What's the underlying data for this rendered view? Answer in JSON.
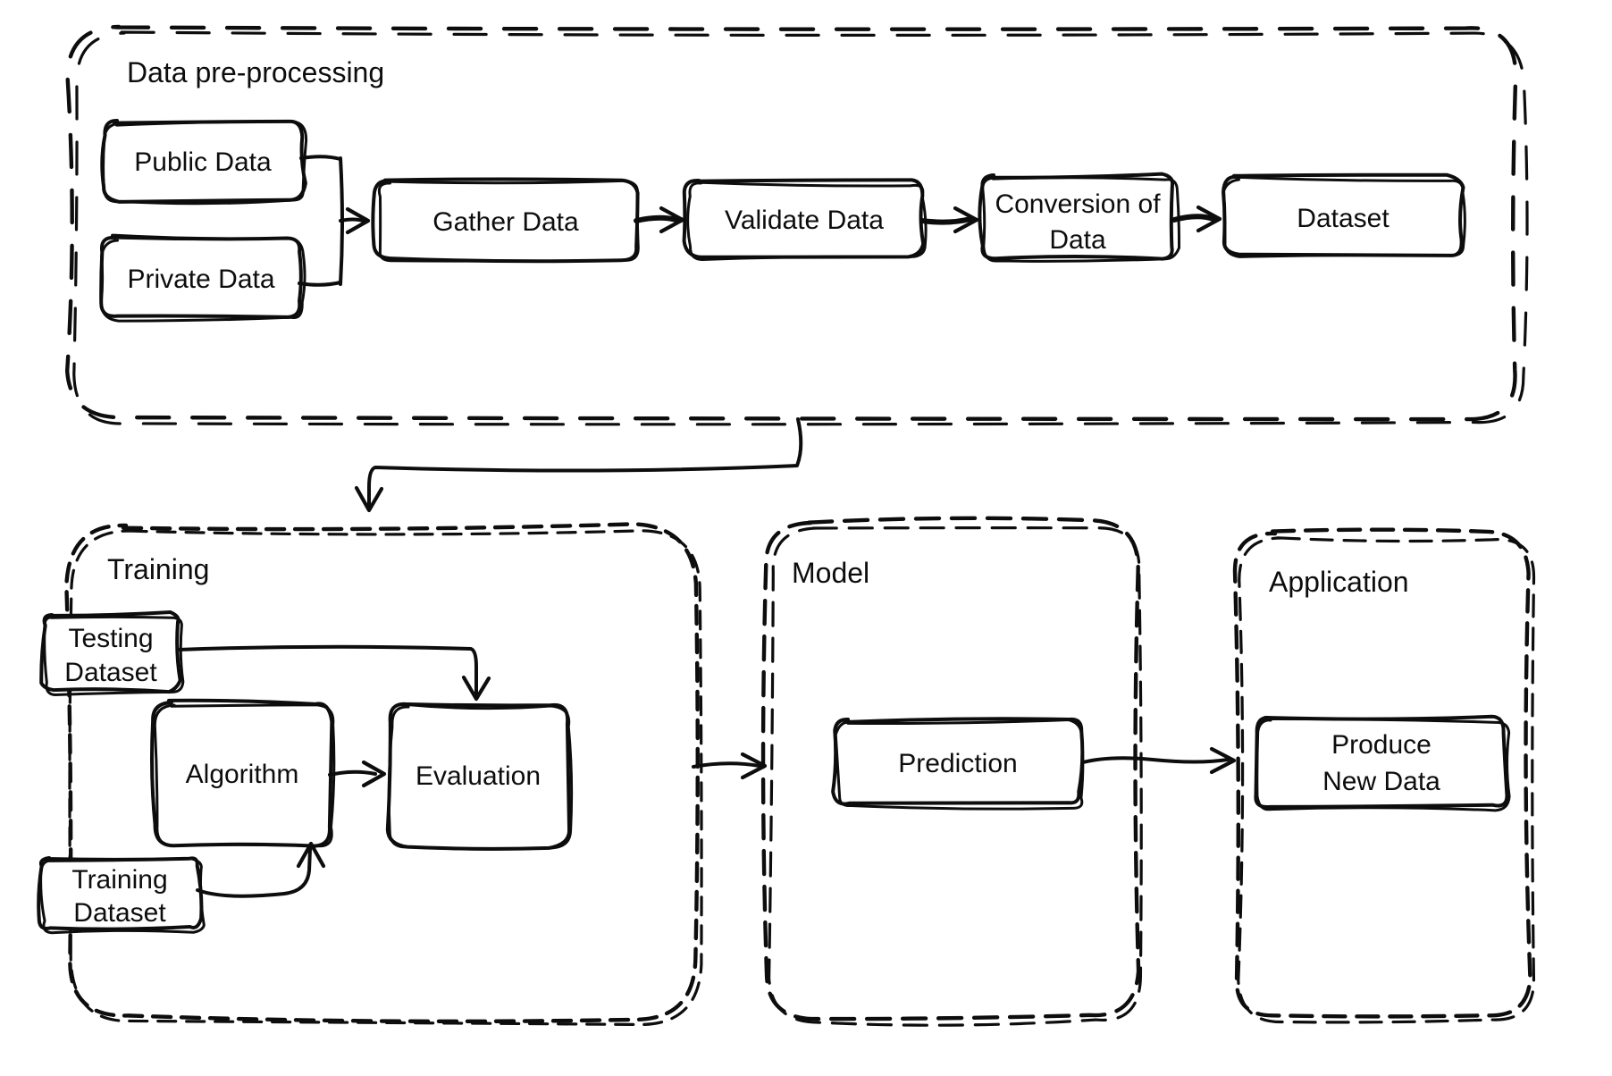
{
  "diagram": {
    "colors": {
      "ink": "#0d0d0d",
      "background": "#ffffff"
    },
    "containers": {
      "preprocessing": {
        "title": "Data pre-processing"
      },
      "training": {
        "title": "Training"
      },
      "model": {
        "title": "Model"
      },
      "application": {
        "title": "Application"
      }
    },
    "nodes": {
      "public_data": {
        "label": "Public Data"
      },
      "private_data": {
        "label": "Private Data"
      },
      "gather_data": {
        "label": "Gather Data"
      },
      "validate_data": {
        "label": "Validate Data"
      },
      "conversion_of_data": {
        "line1": "Conversion of",
        "line2": "Data"
      },
      "dataset": {
        "label": "Dataset"
      },
      "testing_dataset": {
        "line1": "Testing",
        "line2": "Dataset"
      },
      "algorithm": {
        "label": "Algorithm"
      },
      "evaluation": {
        "label": "Evaluation"
      },
      "training_dataset": {
        "line1": "Training",
        "line2": "Dataset"
      },
      "prediction": {
        "label": "Prediction"
      },
      "produce_new_data": {
        "line1": "Produce",
        "line2": "New Data"
      }
    },
    "edges": [
      {
        "from": "Public Data",
        "to": "Gather Data"
      },
      {
        "from": "Private Data",
        "to": "Gather Data"
      },
      {
        "from": "Gather Data",
        "to": "Validate Data"
      },
      {
        "from": "Validate Data",
        "to": "Conversion of Data"
      },
      {
        "from": "Conversion of Data",
        "to": "Dataset"
      },
      {
        "from": "Data pre-processing",
        "to": "Training"
      },
      {
        "from": "Testing Dataset",
        "to": "Evaluation"
      },
      {
        "from": "Training Dataset",
        "to": "Algorithm"
      },
      {
        "from": "Algorithm",
        "to": "Evaluation"
      },
      {
        "from": "Training",
        "to": "Model"
      },
      {
        "from": "Prediction",
        "to": "Produce New Data"
      }
    ]
  }
}
